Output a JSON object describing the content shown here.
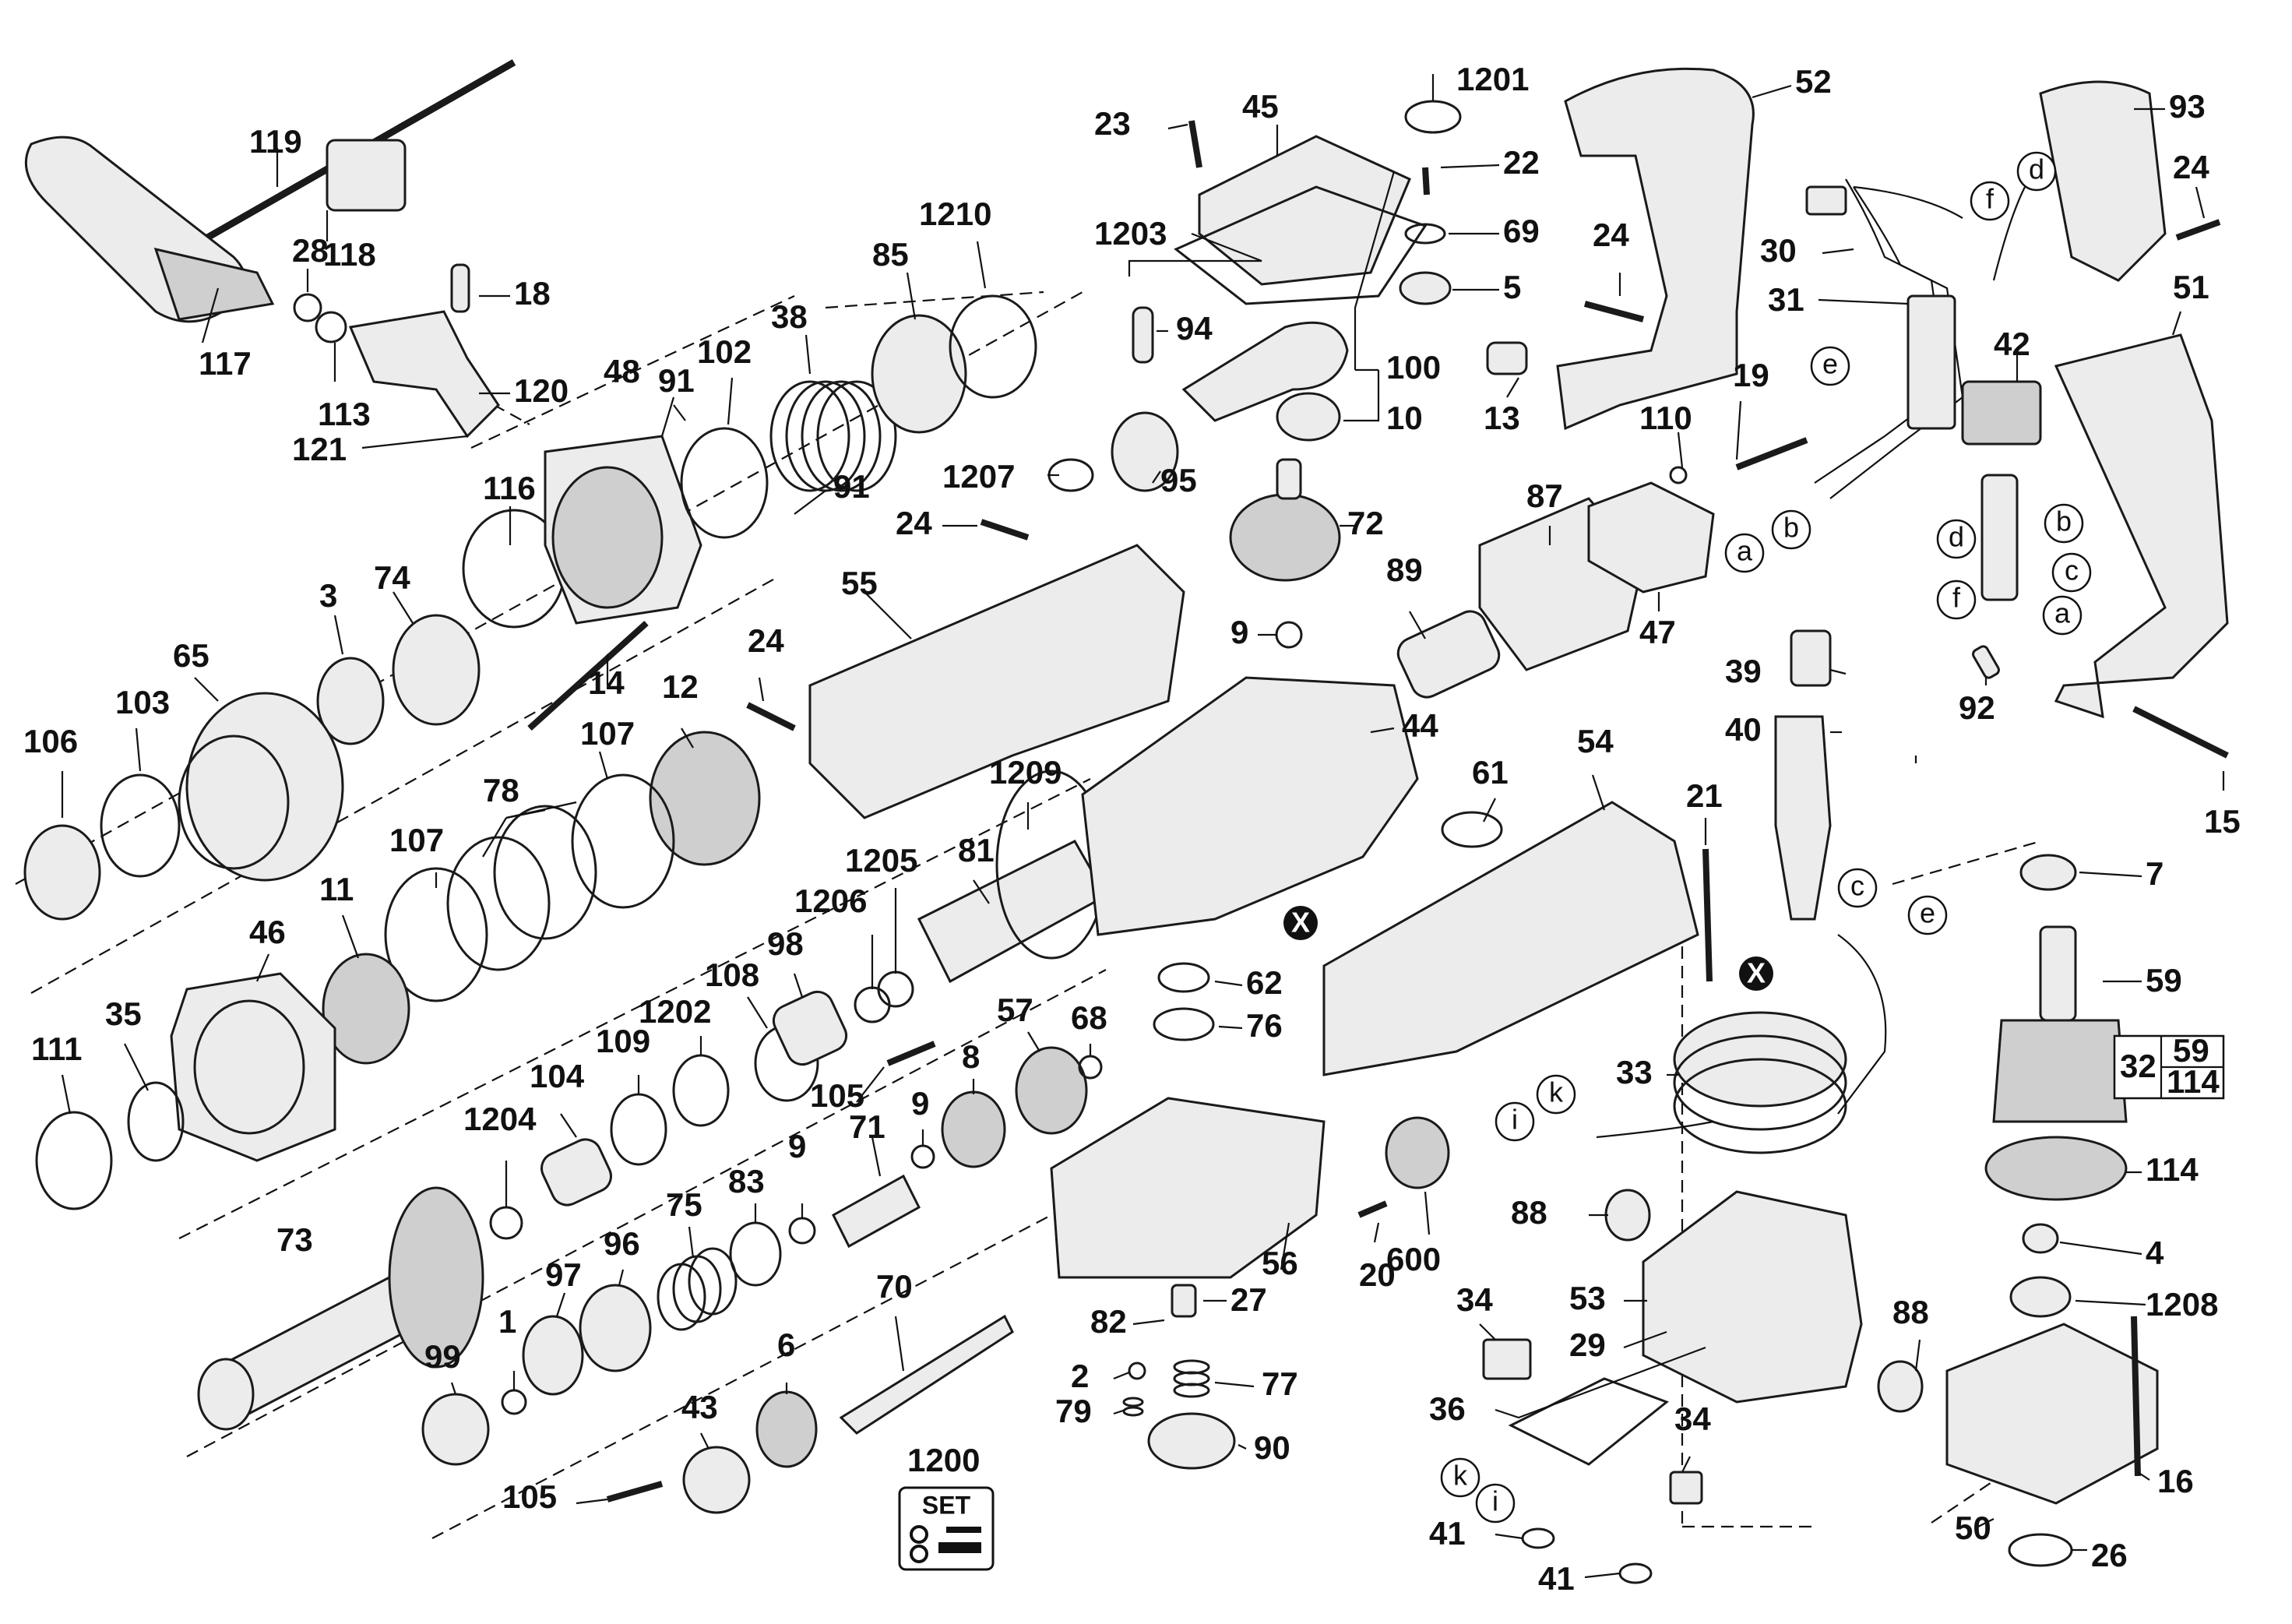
{
  "labels": {
    "n119": "119",
    "n118": "118",
    "n117": "117",
    "n28": "28",
    "n113": "113",
    "n18": "18",
    "n120": "120",
    "n121": "121",
    "n116": "116",
    "n48": "48",
    "n91a": "91",
    "n102": "102",
    "n38": "38",
    "n91b": "91",
    "n85": "85",
    "n1210": "1210",
    "n3": "3",
    "n74": "74",
    "n14": "14",
    "n65": "65",
    "n103": "103",
    "n106": "106",
    "n12": "12",
    "n107a": "107",
    "n78": "78",
    "n107b": "107",
    "n11": "11",
    "n46": "46",
    "n35": "35",
    "n111": "111",
    "n1202": "1202",
    "n109": "109",
    "n108": "108",
    "n98": "98",
    "n1206": "1206",
    "n1205": "1205",
    "n104": "104",
    "n1204": "1204",
    "n73": "73",
    "n105a": "105",
    "n57": "57",
    "n68": "68",
    "n8": "8",
    "n9a": "9",
    "n71": "71",
    "n9b": "9",
    "n83": "83",
    "n75": "75",
    "n97": "97",
    "n96": "96",
    "n99": "99",
    "n1": "1",
    "n6": "6",
    "n70": "70",
    "n43": "43",
    "n105b": "105",
    "n1200": "1200",
    "n23": "23",
    "n45": "45",
    "n1203": "1203",
    "n1201": "1201",
    "n22": "22",
    "n69": "69",
    "n5": "5",
    "n94": "94",
    "n100": "100",
    "n10": "10",
    "n1207": "1207",
    "n95": "95",
    "n24a": "24",
    "n55": "55",
    "n72": "72",
    "n9c": "9",
    "n24b": "24",
    "n1209": "1209",
    "n81": "81",
    "n44": "44",
    "n89": "89",
    "n87": "87",
    "n47": "47",
    "n61": "61",
    "n54": "54",
    "n62": "62",
    "n76": "76",
    "n56": "56",
    "n20": "20",
    "n27": "27",
    "n82": "82",
    "n2": "2",
    "n77": "77",
    "n79": "79",
    "n90": "90",
    "n600": "600",
    "n52": "52",
    "n24c": "24",
    "n13": "13",
    "n110": "110",
    "n19": "19",
    "n30": "30",
    "n31": "31",
    "n39": "39",
    "n40": "40",
    "n21": "21",
    "n33": "33",
    "n88a": "88",
    "n53": "53",
    "n29": "29",
    "n34a": "34",
    "n36": "36",
    "n34b": "34",
    "n41a": "41",
    "n41b": "41",
    "n88b": "88",
    "n93": "93",
    "n24d": "24",
    "n51": "51",
    "n42": "42",
    "n92": "92",
    "n15": "15",
    "n7": "7",
    "n59": "59",
    "n32": "32",
    "n59b": "59",
    "n114box": "114",
    "n114": "114",
    "n4": "4",
    "n1208": "1208",
    "n16": "16",
    "n50": "50",
    "n26": "26"
  },
  "letters": {
    "a1": "a",
    "b1": "b",
    "d1": "d",
    "f1": "f",
    "e1": "e",
    "b2": "b",
    "d2": "d",
    "c2": "c",
    "f2": "f",
    "a2": "a",
    "c3": "c",
    "e3": "e",
    "k1": "k",
    "i1": "i",
    "k2": "k",
    "i2": "i"
  },
  "markers": {
    "x1": "X",
    "x2": "X"
  },
  "set_badge": {
    "text": "SET"
  }
}
